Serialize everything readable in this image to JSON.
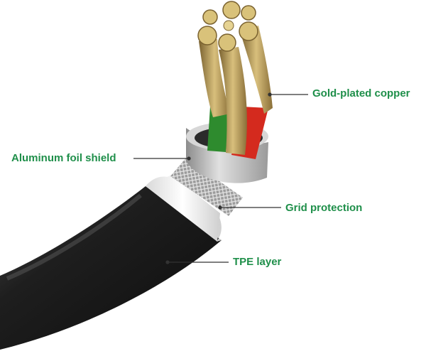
{
  "diagram": {
    "labels": {
      "gold_plated_copper": "Gold-plated copper",
      "aluminum_foil_shield": "Aluminum foil shield",
      "grid_protection": "Grid protection",
      "tpe_layer": "TPE layer"
    },
    "colors": {
      "label_text": "#1f8f4a",
      "leader_line": "#333333",
      "jacket": "#1c1c1c",
      "white_band": "#f2f2f2",
      "foil": "#b8b8b8",
      "wire_green": "#2e8b2e",
      "wire_red": "#d42a1e",
      "copper": "#b89a55"
    }
  }
}
